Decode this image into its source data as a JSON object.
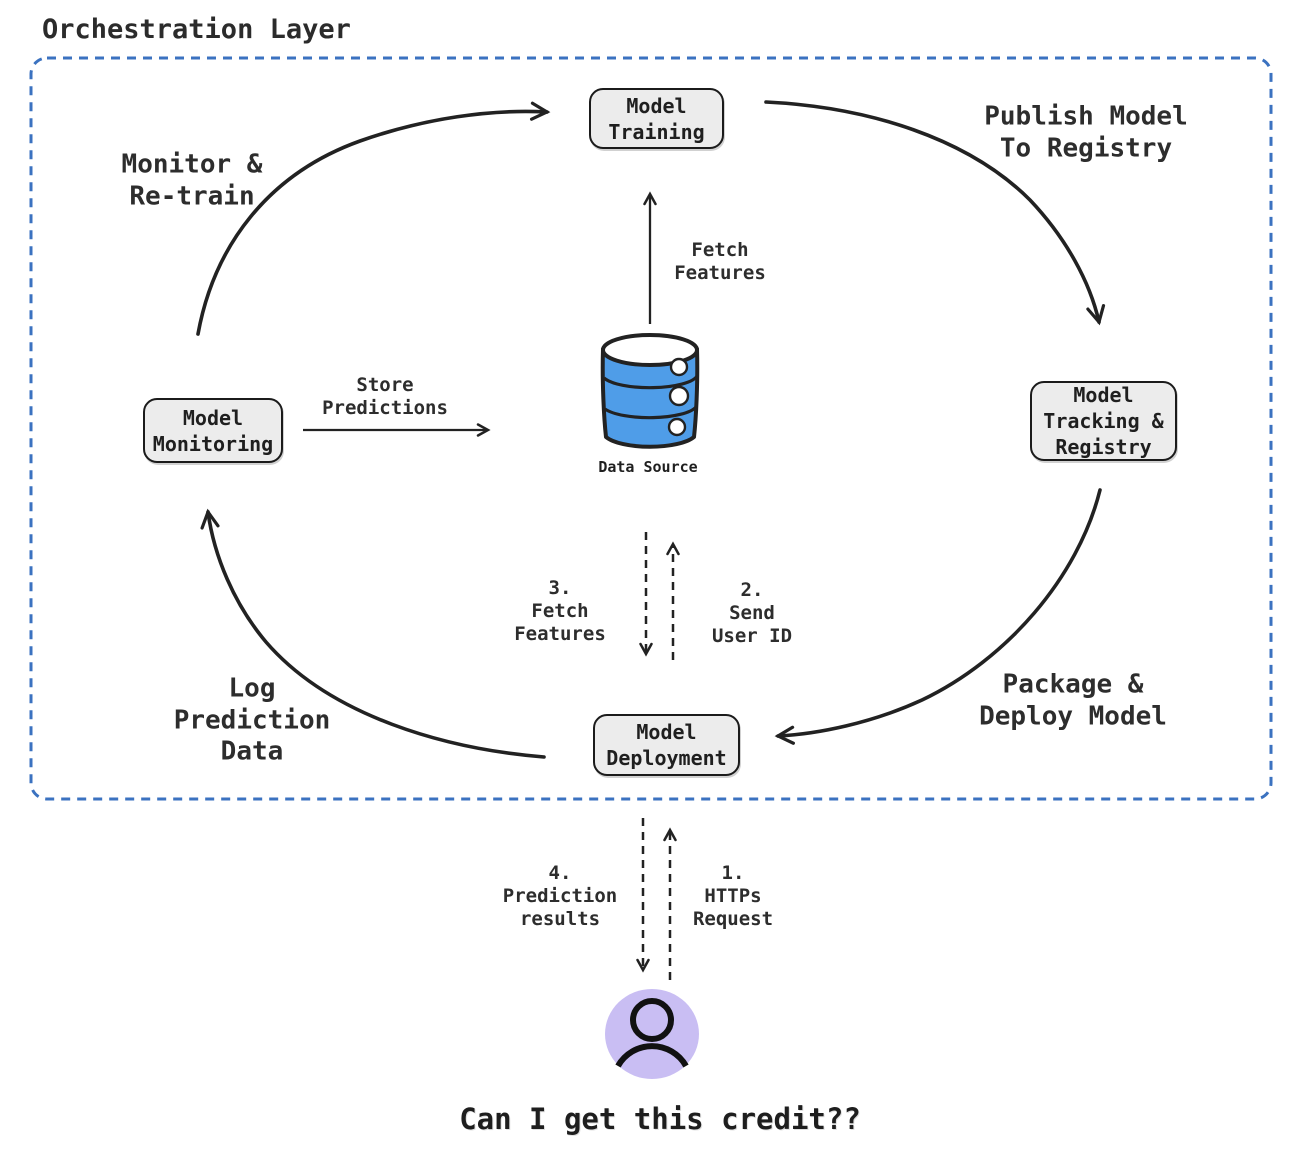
{
  "title": "Orchestration Layer",
  "nodes": {
    "training": {
      "label": "Model\nTraining"
    },
    "registry": {
      "label": "Model\nTracking &\nRegistry"
    },
    "monitoring": {
      "label": "Model\nMonitoring"
    },
    "deployment": {
      "label": "Model\nDeployment"
    },
    "data_source": {
      "label": "Data Source"
    }
  },
  "edge_labels": {
    "monitor_retrain": "Monitor &\nRe-train",
    "publish_model": "Publish Model\nTo Registry",
    "fetch_features_training": "Fetch\nFeatures",
    "store_predictions": "Store\nPredictions",
    "fetch_features_serving": "3.\nFetch\nFeatures",
    "send_user_id": "2.\nSend\nUser ID",
    "package_deploy": "Package &\nDeploy Model",
    "log_prediction_data": "Log\nPrediction\nData",
    "prediction_results": "4.\nPrediction\nresults",
    "https_request": "1.\nHTTPs\nRequest"
  },
  "caption": "Can I get this credit??",
  "icons": {
    "data_source": "database-icon",
    "user": "person-icon"
  },
  "colors": {
    "boundary_blue": "#3b72c0",
    "database_blue": "#4f9de8",
    "avatar_purple": "#c9bef3",
    "node_fill": "#ececec",
    "ink": "#222222"
  }
}
